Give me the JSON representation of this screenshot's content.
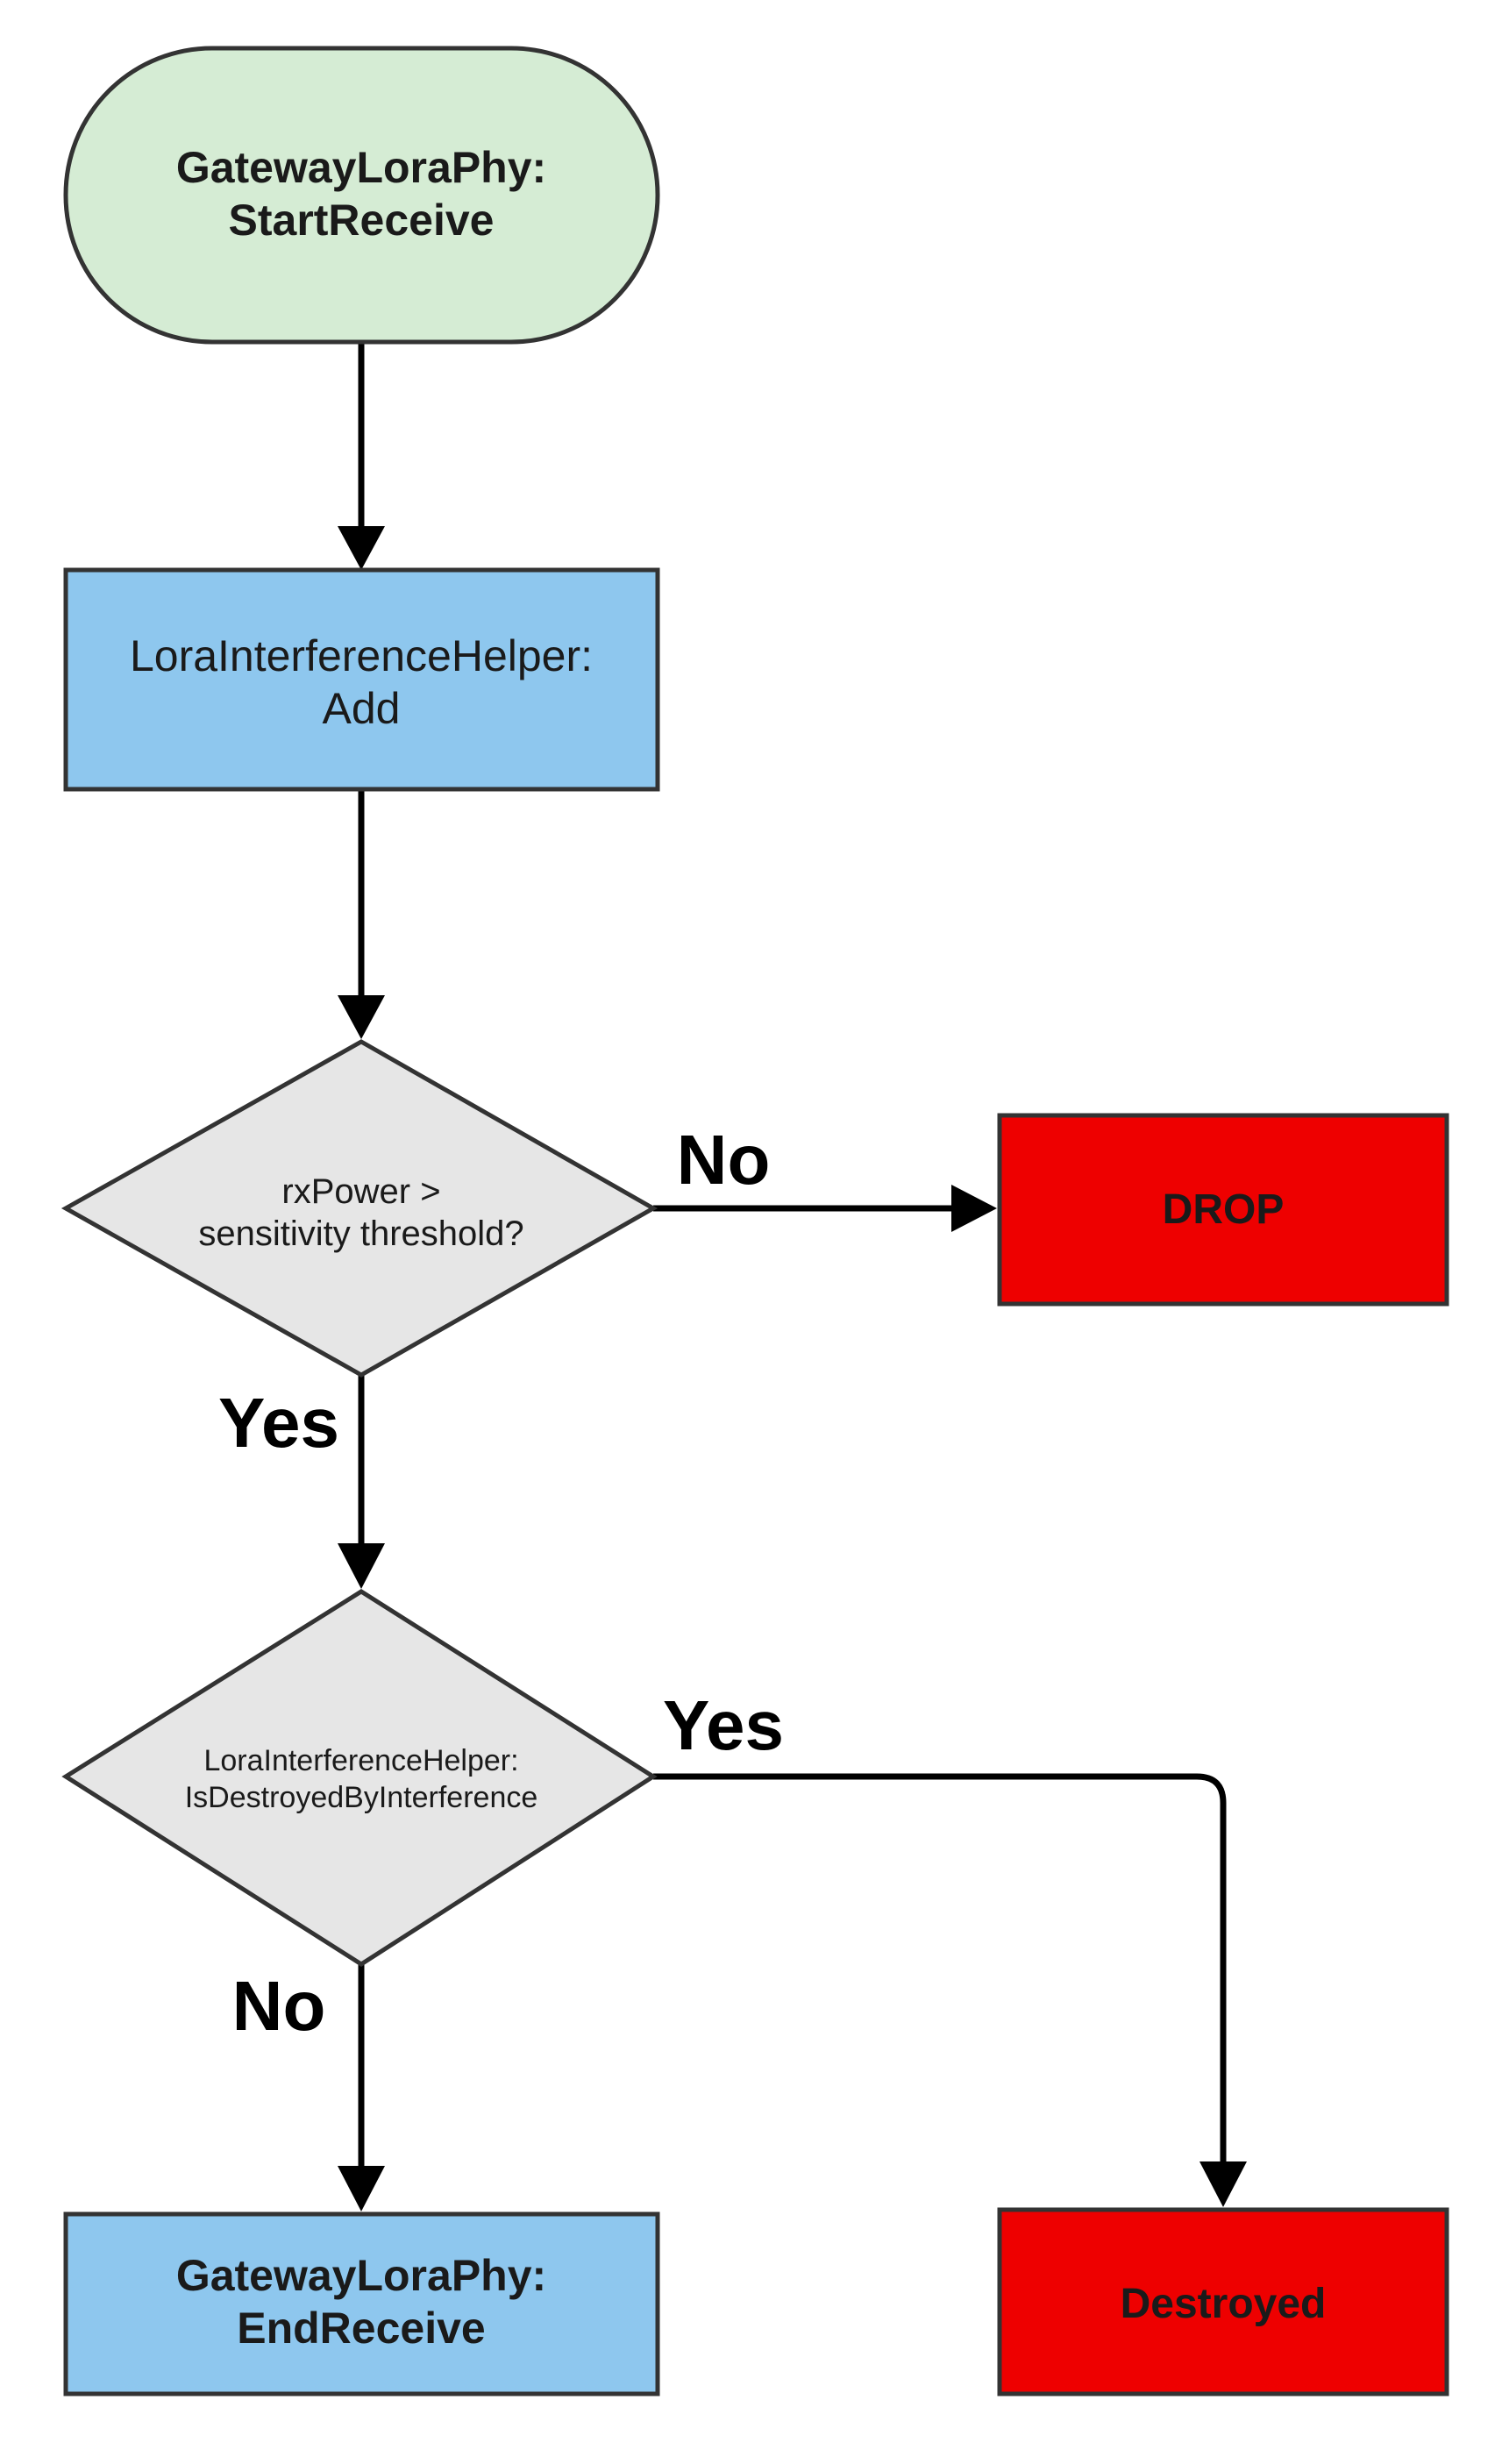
{
  "colors": {
    "start_fill": "#d5ecd4",
    "process_fill": "#8ec7ee",
    "decision_fill": "#e6e6e6",
    "terminal_fill": "#ee0000",
    "stroke": "#333333",
    "arrow": "#000000"
  },
  "nodes": {
    "start": {
      "line1": "GatewayLoraPhy:",
      "line2": "StartReceive"
    },
    "add": {
      "line1": "LoraInterferenceHelper:",
      "line2": "Add"
    },
    "sensitivity": {
      "line1": "rxPower >",
      "line2": "sensitivity threshold?"
    },
    "interference": {
      "line1": "LoraInterferenceHelper:",
      "line2": "IsDestroyedByInterference"
    },
    "drop": {
      "label": "DROP"
    },
    "end_receive": {
      "line1": "GatewayLoraPhy:",
      "line2": "EndReceive"
    },
    "destroyed": {
      "label": "Destroyed"
    }
  },
  "edge_labels": {
    "sensitivity_no": "No",
    "sensitivity_yes": "Yes",
    "interference_yes": "Yes",
    "interference_no": "No"
  }
}
